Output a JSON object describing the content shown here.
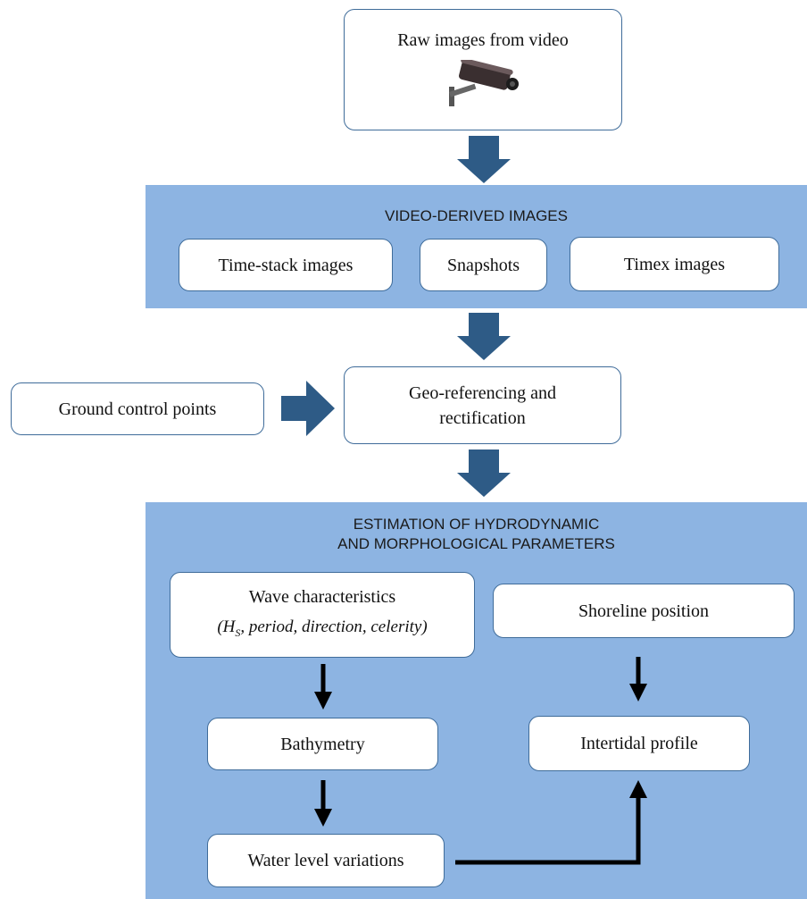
{
  "source": {
    "label": "Raw images from video",
    "icon": "cctv-camera-icon"
  },
  "video_derived": {
    "title": "VIDEO-DERIVED IMAGES",
    "items": [
      "Time-stack images",
      "Snapshots",
      "Timex images"
    ]
  },
  "ground_control": "Ground control points",
  "georef": {
    "line1": "Geo-referencing and",
    "line2": "rectification"
  },
  "estimation": {
    "title_line1": "ESTIMATION OF HYDRODYNAMIC",
    "title_line2": "AND MORPHOLOGICAL PARAMETERS",
    "wave": {
      "label": "Wave characteristics",
      "detail_pre": "(H",
      "detail_sub": "S",
      "detail_post": ", period, direction, celerity)"
    },
    "shoreline": "Shoreline position",
    "bathymetry": "Bathymetry",
    "water_level": "Water level variations",
    "intertidal": "Intertidal profile"
  },
  "colors": {
    "band": "#8db4e2",
    "block_arrow": "#2e5b86",
    "box_border": "#3f6c9a",
    "flow_arrow": "#000000"
  }
}
